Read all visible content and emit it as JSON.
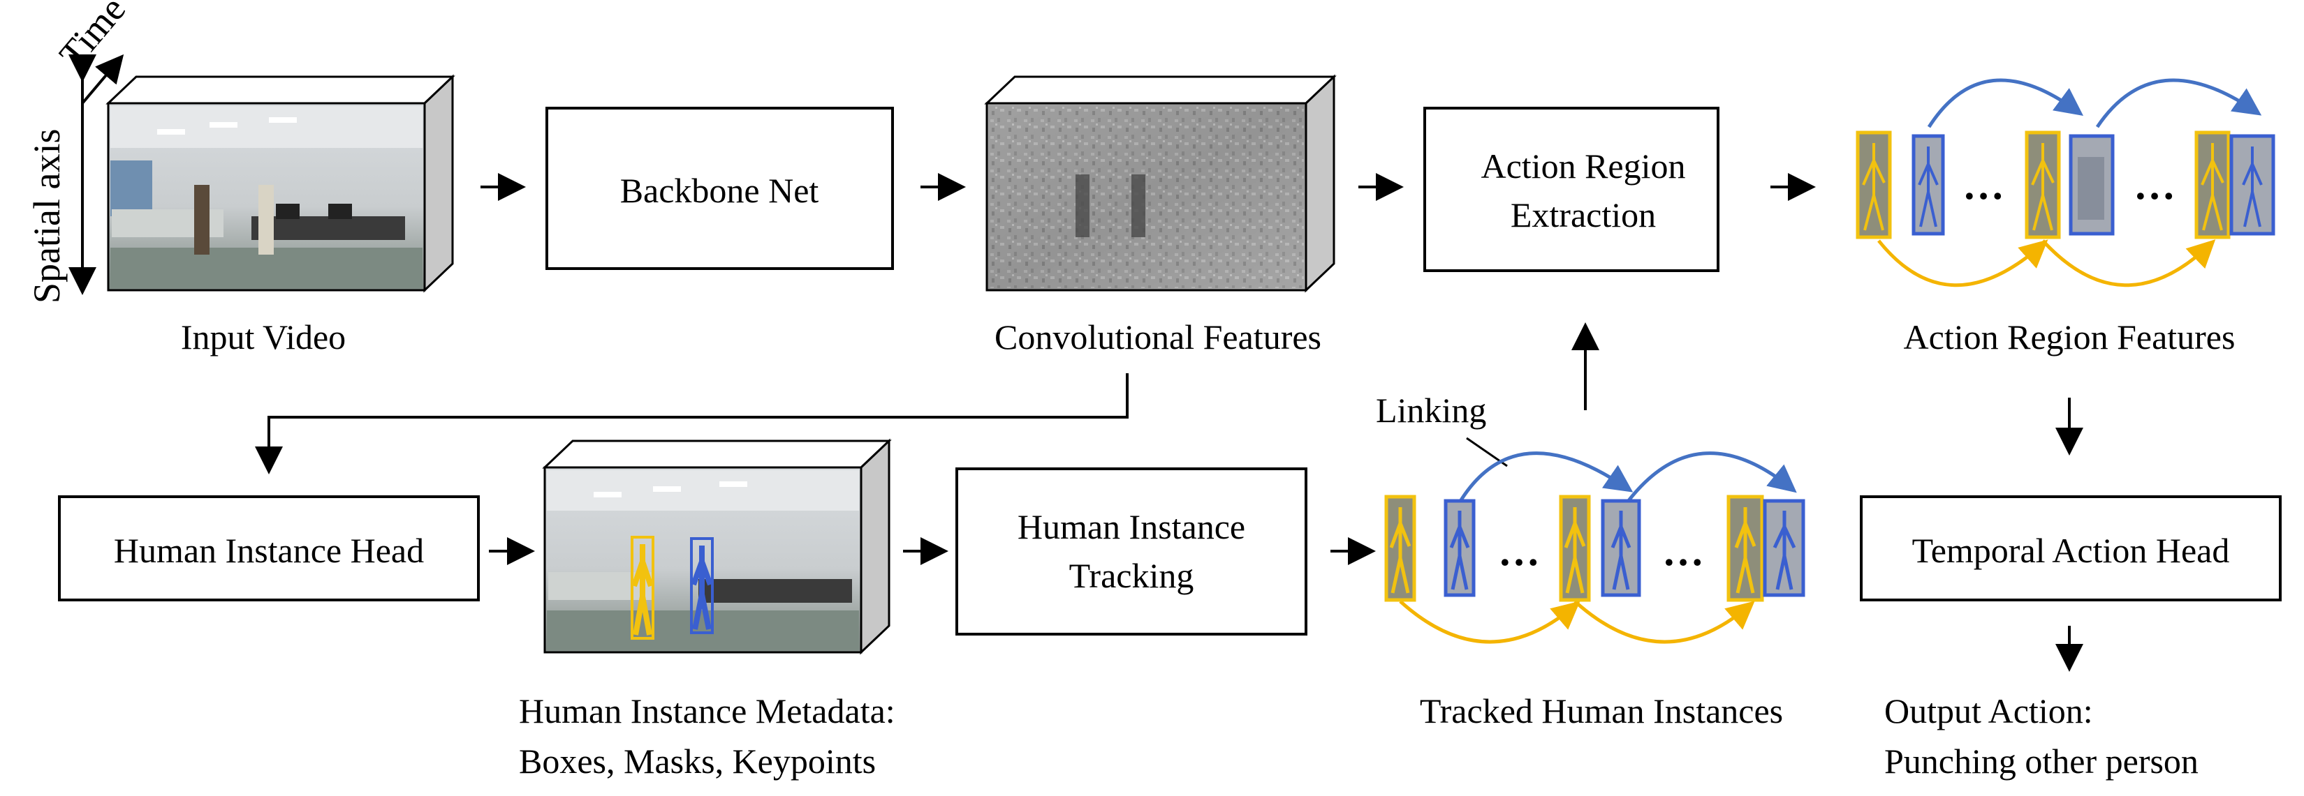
{
  "axes": {
    "time_label": "Time",
    "spatial_label": "Spatial axis"
  },
  "captions": {
    "input_video": "Input Video",
    "conv_features": "Convolutional Features",
    "action_region_features": "Action Region Features",
    "metadata_line1": "Human Instance Metadata:",
    "metadata_line2": "Boxes, Masks, Keypoints",
    "tracked_instances": "Tracked Human Instances",
    "output_line1": "Output Action:",
    "output_line2": "Punching other person",
    "linking": "Linking"
  },
  "boxes": {
    "backbone": "Backbone Net",
    "action_region_line1": "Action Region",
    "action_region_line2": "Extraction",
    "human_instance_head": "Human Instance Head",
    "tracking_line1": "Human Instance",
    "tracking_line2": "Tracking",
    "temporal_action_head": "Temporal Action Head"
  },
  "ellipsis": "…",
  "colors": {
    "yellow_person": "#f2c20f",
    "blue_person": "#3a5fd0",
    "link_blue": "#4472c4",
    "link_yellow": "#f4b400",
    "line": "#000000"
  }
}
